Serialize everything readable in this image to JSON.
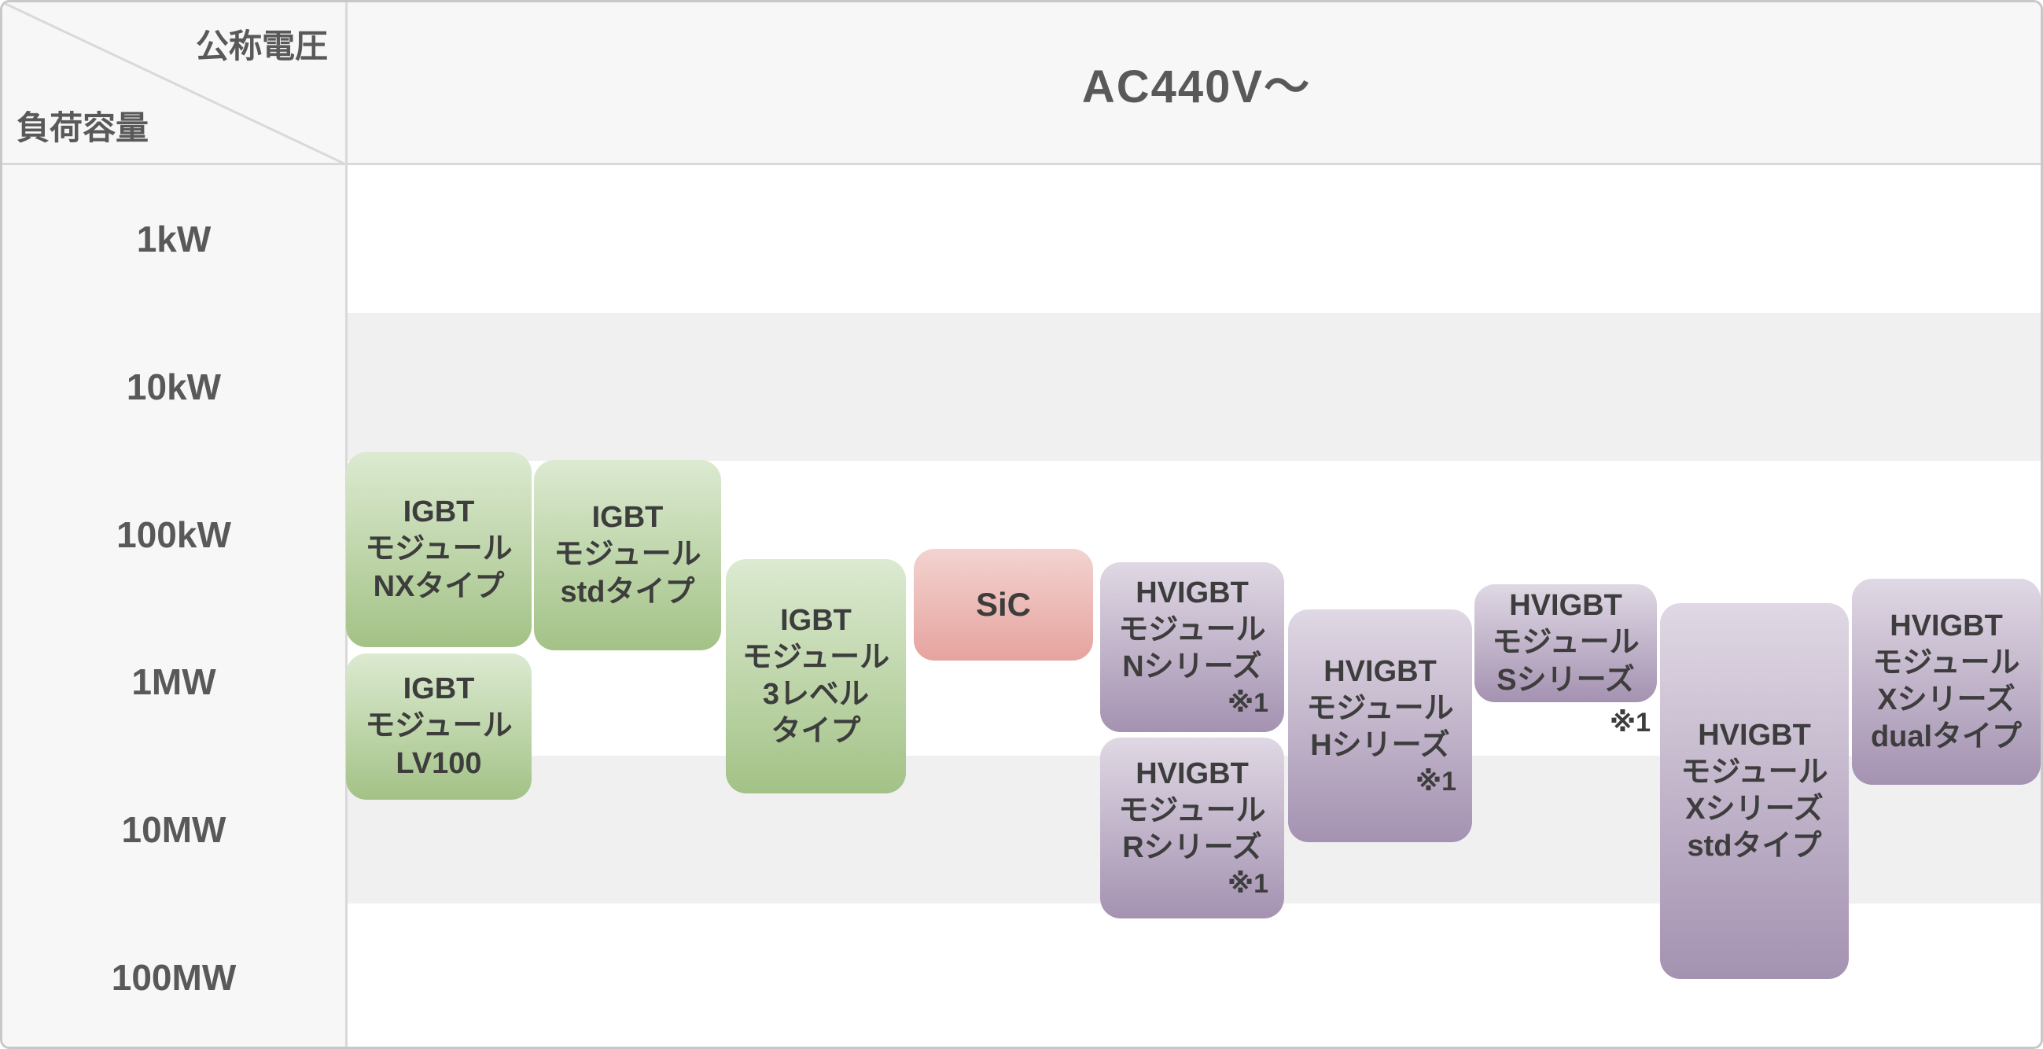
{
  "colors": {
    "panel-bg": "#f7f7f7",
    "stripe-gray": "#f0f0f1",
    "border-outer": "#c8c8c8",
    "divider": "#d9d9d9",
    "heading-text": "#595959",
    "box-text": "#3d3d3d",
    "green-top": "#dcead1",
    "green-bottom": "#a3c286",
    "red-top": "#f3d3d0",
    "red-bottom": "#e6a39e",
    "purple-top": "#e0d8e4",
    "purple-bottom": "#a492b1"
  },
  "axes": {
    "x_title": "公称電圧",
    "y_title": "負荷容量",
    "x_category": "AC440V〜"
  },
  "rows": [
    {
      "label": "1kW"
    },
    {
      "label": "10kW"
    },
    {
      "label": "100kW"
    },
    {
      "label": "1MW"
    },
    {
      "label": "10MW"
    },
    {
      "label": "100MW"
    }
  ],
  "boxes": [
    {
      "id": "igbt-nx",
      "family": "green",
      "lines": [
        "IGBT",
        "モジュール",
        "NXタイプ"
      ]
    },
    {
      "id": "igbt-std",
      "family": "green",
      "lines": [
        "IGBT",
        "モジュール",
        "stdタイプ"
      ]
    },
    {
      "id": "igbt-lv100",
      "family": "green",
      "lines": [
        "IGBT",
        "モジュール",
        "LV100"
      ]
    },
    {
      "id": "igbt-3level",
      "family": "green",
      "lines": [
        "IGBT",
        "モジュール",
        "3レベル",
        "タイプ"
      ]
    },
    {
      "id": "sic",
      "family": "red",
      "lines": [
        "SiC"
      ]
    },
    {
      "id": "hvigbt-n",
      "family": "purple",
      "lines": [
        "HVIGBT",
        "モジュール",
        "Nシリーズ"
      ],
      "note": "※1"
    },
    {
      "id": "hvigbt-r",
      "family": "purple",
      "lines": [
        "HVIGBT",
        "モジュール",
        "Rシリーズ"
      ],
      "note": "※1"
    },
    {
      "id": "hvigbt-h",
      "family": "purple",
      "lines": [
        "HVIGBT",
        "モジュール",
        "Hシリーズ"
      ],
      "note": "※1"
    },
    {
      "id": "hvigbt-s",
      "family": "purple",
      "lines": [
        "HVIGBT",
        "モジュール",
        "Sシリーズ"
      ],
      "note_outside": "※1"
    },
    {
      "id": "hvigbt-x-std",
      "family": "purple",
      "lines": [
        "HVIGBT",
        "モジュール",
        "Xシリーズ",
        "stdタイプ"
      ]
    },
    {
      "id": "hvigbt-x-dual",
      "family": "purple",
      "lines": [
        "HVIGBT",
        "モジュール",
        "Xシリーズ",
        "dualタイプ"
      ]
    }
  ],
  "chart_data": {
    "type": "bar",
    "subtype": "vertical-range-lineup",
    "x_axis": {
      "label": "公称電圧",
      "categories": [
        "AC440V〜"
      ]
    },
    "y_axis": {
      "label": "負荷容量",
      "scale": "log",
      "direction": "increasing-downward",
      "tick_labels": [
        "1kW",
        "10kW",
        "100kW",
        "1MW",
        "10MW",
        "100MW"
      ]
    },
    "grid": "row-stripes",
    "legend": "none",
    "series": [
      {
        "name": "IGBTモジュール NXタイプ",
        "color_family": "green",
        "load_range_approx": [
          "30kW",
          "600kW"
        ]
      },
      {
        "name": "IGBTモジュール stdタイプ",
        "color_family": "green",
        "load_range_approx": [
          "30kW",
          "650kW"
        ]
      },
      {
        "name": "IGBTモジュール LV100",
        "color_family": "green",
        "load_range_approx": [
          "700kW",
          "7MW"
        ]
      },
      {
        "name": "IGBTモジュール 3レベルタイプ",
        "color_family": "green",
        "load_range_approx": [
          "150kW",
          "6MW"
        ]
      },
      {
        "name": "SiC",
        "color_family": "red",
        "load_range_approx": [
          "130kW",
          "750kW"
        ]
      },
      {
        "name": "HVIGBTモジュール Nシリーズ ※1",
        "color_family": "purple",
        "load_range_approx": [
          "160kW",
          "2.3MW"
        ]
      },
      {
        "name": "HVIGBTモジュール Rシリーズ ※1",
        "color_family": "purple",
        "load_range_approx": [
          "2.5MW",
          "45MW"
        ]
      },
      {
        "name": "HVIGBTモジュール Hシリーズ ※1",
        "color_family": "purple",
        "load_range_approx": [
          "340kW",
          "13MW"
        ]
      },
      {
        "name": "HVIGBTモジュール Sシリーズ ※1",
        "color_family": "purple",
        "load_range_approx": [
          "230kW",
          "1.4MW"
        ]
      },
      {
        "name": "HVIGBTモジュール Xシリーズ stdタイプ",
        "color_family": "purple",
        "load_range_approx": [
          "300kW",
          "110MW"
        ]
      },
      {
        "name": "HVIGBTモジュール Xシリーズ dualタイプ",
        "color_family": "purple",
        "load_range_approx": [
          "200kW",
          "5MW"
        ]
      }
    ]
  }
}
